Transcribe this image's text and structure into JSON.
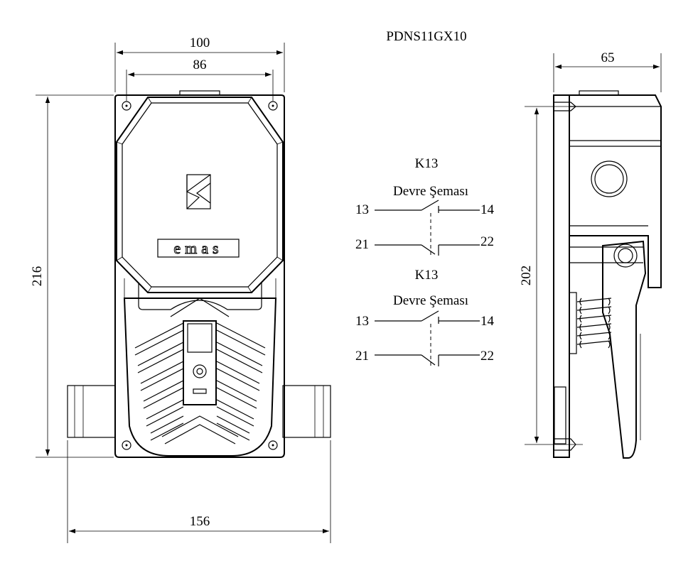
{
  "title": "PDNS11GX10",
  "front_view": {
    "dim_total_width": "100",
    "dim_hole_spacing": "86",
    "dim_height": "216",
    "dim_base_width": "156",
    "logo_text": "emas"
  },
  "side_view": {
    "dim_depth": "65",
    "dim_hole_height": "202"
  },
  "schematics": [
    {
      "heading": "K13",
      "subtitle": "Devre Şeması",
      "no_left": "13",
      "no_right": "14",
      "nc_left": "21",
      "nc_right": "22"
    },
    {
      "heading": "K13",
      "subtitle": "Devre Şeması",
      "no_left": "13",
      "no_right": "14",
      "nc_left": "21",
      "nc_right": "22"
    }
  ]
}
